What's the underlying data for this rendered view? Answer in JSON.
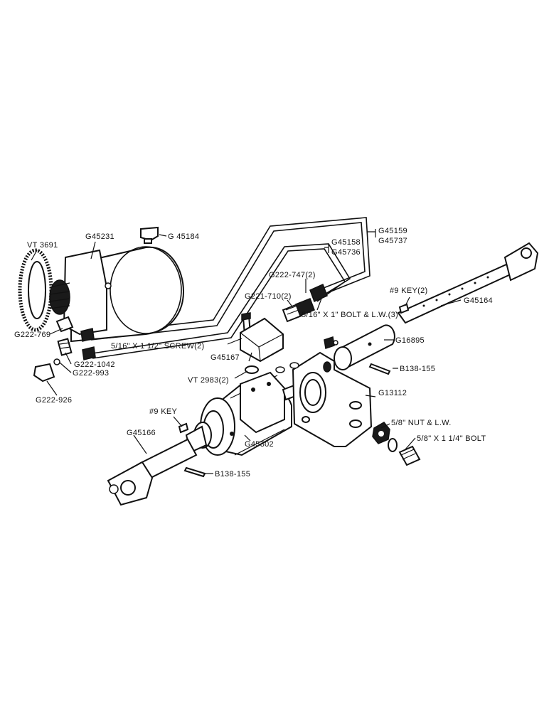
{
  "labels": {
    "vt3691": "VT 3691",
    "g45231": "G45231",
    "g45184": "G 45184",
    "g45159": "G45159",
    "g45737": "G45737",
    "g45158": "G45158",
    "g45736": "G45736",
    "g222_747": "G222-747(2)",
    "g221_710": "G221-710(2)",
    "bolt_516x1": "5/16\" X 1\" BOLT & L.W.(3)",
    "key9_2": "#9 KEY(2)",
    "g45164": "G45164",
    "g222_769": "G222-769",
    "screw_516": "5/16\" X 1 1/2\" SCREW(2)",
    "g45167": "G45167",
    "g16895": "G16895",
    "g222_1042": "G222-1042",
    "g222_993": "G222-993",
    "b138_155_a": "B138-155",
    "g222_926": "G222-926",
    "vt2983": "VT 2983(2)",
    "g13112": "G13112",
    "key9": "#9 KEY",
    "nut_58": "5/8\" NUT & L.W.",
    "g45166": "G45166",
    "g45302": "G45302",
    "bolt_58": "5/8\" X 1 1/4\" BOLT",
    "b138_155_b": "B138-155"
  }
}
